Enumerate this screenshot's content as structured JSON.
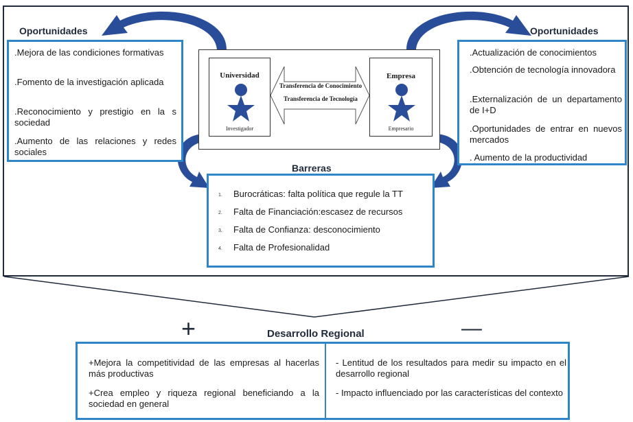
{
  "colors": {
    "box_border": "#2e86c8",
    "arrow_fill": "#2a4d9a",
    "frame": "#1f2a3a",
    "star": "#2a4d9a"
  },
  "left_opportunities": {
    "title": "Oportunidades",
    "items": [
      "Mejora de las condiciones formativas",
      "Fomento de la investigación aplicada",
      "Reconocimiento y prestigio en la s sociedad",
      "Aumento de las relaciones y redes sociales"
    ]
  },
  "right_opportunities": {
    "title": "Oportunidades",
    "items": [
      ".Actualización de conocimientos",
      ".Obtención de tecnología innovadora",
      ".Externalización de un departamento de I+D",
      ".Oportunidades de entrar en nuevos mercados",
      ". Aumento de la productividad"
    ]
  },
  "center": {
    "university": {
      "title": "Universidad",
      "subtitle": "Investigador"
    },
    "company": {
      "title": "Empresa",
      "subtitle": "Empresario"
    },
    "transfer_knowledge": "Transferencia de Conocimiento",
    "transfer_technology": "Transferencia de Tecnología"
  },
  "barriers": {
    "title": "Barreras",
    "items": [
      {
        "num": "1.",
        "text": "Burocráticas: falta política que regule la TT"
      },
      {
        "num": "2.",
        "text": "Falta de Financiación:escasez de recursos"
      },
      {
        "num": "3.",
        "text": "Falta de Confianza: desconocimiento"
      },
      {
        "num": "4.",
        "text": "Falta de Profesionalidad"
      }
    ]
  },
  "regional": {
    "title": "Desarrollo Regional",
    "plus_symbol": "+",
    "minus_symbol": "—",
    "positive": [
      "+Mejora la competitividad de las empresas al hacerlas más productivas",
      "+Crea empleo y riqueza regional beneficiando a la sociedad en general"
    ],
    "negative": [
      "- Lentitud de los resultados para medir su impacto en el desarrollo regional",
      "- Impacto influenciado por las características del contexto"
    ]
  }
}
